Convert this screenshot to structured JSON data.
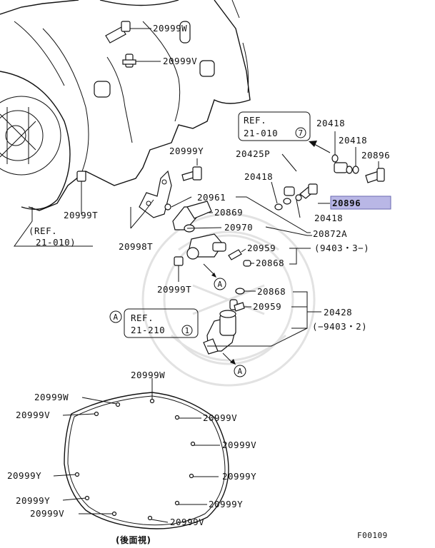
{
  "figure_code": "F00109",
  "rear_view_note": "(後面視)",
  "colors": {
    "line": "#111111",
    "highlight": "#b9b7e6",
    "highlight_border": "#6a6ab0"
  },
  "refs": {
    "ref_21_010_top": {
      "l1": "REF.",
      "l2": "21-010",
      "num": "7"
    },
    "ref_21_010_left": {
      "l1": "(REF.",
      "l2": "21-010)"
    },
    "ref_21_210": {
      "l1": "REF.",
      "l2": "21-210",
      "num": "1"
    }
  },
  "view_marker": "A",
  "labels": {
    "p20999W_top": "20999W",
    "p20999V_top": "20999V",
    "p20999Y_mid": "20999Y",
    "p20999T_left": "20999T",
    "p20418_a": "20418",
    "p20418_b": "20418",
    "p20896_a": "20896",
    "p20425P": "20425P",
    "p20418_c": "20418",
    "p20896_hl": "20896",
    "p20418_d": "20418",
    "p20961": "20961",
    "p20869": "20869",
    "p20970": "20970",
    "p20872A": "20872A",
    "p20872A_range": "(9403・3−)",
    "p20998T": "20998T",
    "p20959_a": "20959",
    "p20868_a": "20868",
    "p20999T_b": "20999T",
    "p20868_b": "20868",
    "p20959_b": "20959",
    "p20428": "20428",
    "p20428_range": "(−9403・2)",
    "p20999W_plate": "20999W",
    "pl_w_left": "20999W",
    "pl_v_left1": "20999V",
    "pl_v_right1": "20999V",
    "pl_v_right2": "20999V",
    "pl_y_left": "20999Y",
    "pl_y_right": "20999Y",
    "pl_y_left2": "20999Y",
    "pl_y_right2": "20999Y",
    "pl_v_left2": "20999V",
    "pl_v_bottom": "20999V"
  }
}
